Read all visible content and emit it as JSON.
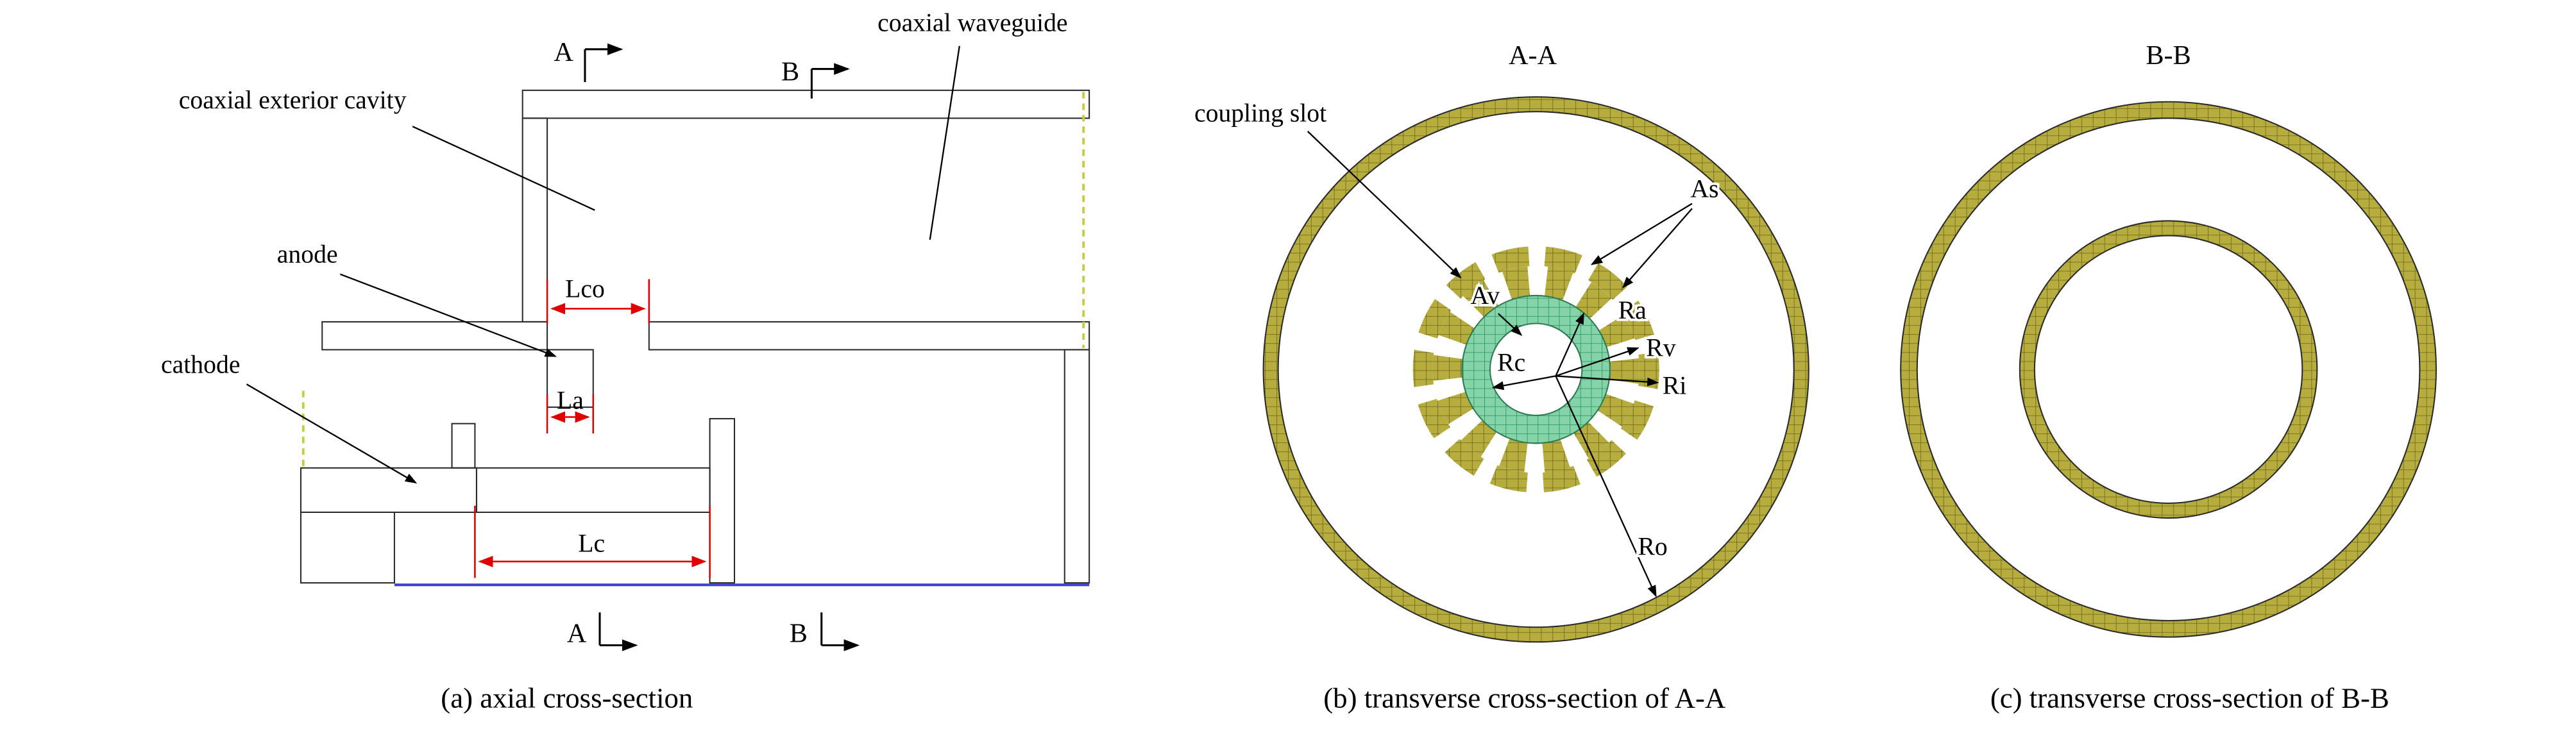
{
  "figure": {
    "panel_a": {
      "caption": "(a) axial cross-section",
      "labels": {
        "coaxial_waveguide": "coaxial waveguide",
        "coaxial_exterior_cavity": "coaxial exterior cavity",
        "anode": "anode",
        "cathode": "cathode"
      },
      "dimensions": {
        "lco": "Lco",
        "la": "La",
        "lc": "Lc"
      },
      "section_markers": {
        "a": "A",
        "b": "B"
      }
    },
    "panel_b": {
      "title": "A-A",
      "caption": "(b) transverse cross-section of A-A",
      "labels": {
        "coupling_slot": "coupling slot",
        "as": "As",
        "av": "Av",
        "ra": "Ra",
        "rc": "Rc",
        "rv": "Rv",
        "ri": "Ri",
        "ro": "Ro"
      }
    },
    "panel_c": {
      "title": "B-B",
      "caption": "(c) transverse cross-section of B-B"
    },
    "colors": {
      "mesh_olive_fill": "#b6ad3e",
      "mesh_olive_line": "#716d20",
      "mesh_green_fill": "#84d3a9",
      "mesh_green_line": "#2f9a64",
      "dimension_red": "#e00000",
      "axis_blue": "#4040d8",
      "port_dash_yellow": "#c2cf3a",
      "outline": "#2a2a2a"
    }
  }
}
